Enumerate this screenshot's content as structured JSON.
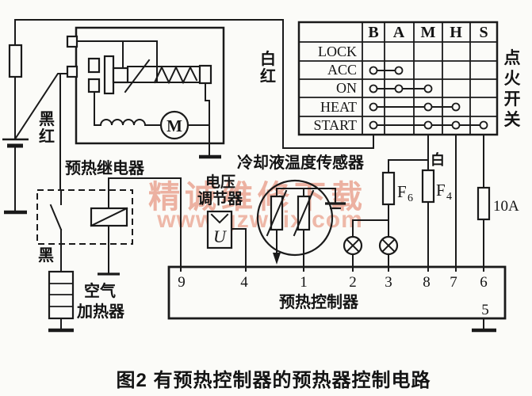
{
  "figure": {
    "title": "图2 有预热控制器的预热器控制电路",
    "watermark": {
      "line1": "精诚维修下载",
      "line2": "www.gzweix.com"
    }
  },
  "wires": {
    "black_red": [
      "黑",
      "红"
    ],
    "white_red": [
      "白",
      "红"
    ],
    "white": "白",
    "black": "黑"
  },
  "preheat_relay": {
    "label": "预热继电器",
    "motor_symbol": "M"
  },
  "voltage_regulator": {
    "label_line1": "电压",
    "label_line2": "调节器",
    "symbol": "U"
  },
  "coolant_sensor": {
    "label": "冷却液温度传感器"
  },
  "air_heater": {
    "label_line1": "空气",
    "label_line2": "加热器"
  },
  "fuses": {
    "f6": {
      "name": "F",
      "sub": "6"
    },
    "f4": {
      "name": "F",
      "sub": "4"
    },
    "main": {
      "rating": "10A"
    }
  },
  "ignition_switch": {
    "label": [
      "点",
      "火",
      "开",
      "关"
    ],
    "columns": [
      "B",
      "A",
      "M",
      "H",
      "S"
    ],
    "rows": [
      {
        "label": "LOCK",
        "connected": []
      },
      {
        "label": "ACC",
        "connected": [
          "B",
          "A"
        ]
      },
      {
        "label": "ON",
        "connected": [
          "B",
          "A",
          "M"
        ]
      },
      {
        "label": "HEAT",
        "connected": [
          "B",
          "M",
          "H"
        ]
      },
      {
        "label": "START",
        "connected": [
          "B",
          "M",
          "H",
          "S"
        ]
      }
    ]
  },
  "controller": {
    "label": "预热控制器",
    "terminals_top": [
      "9",
      "4",
      "1",
      "2",
      "3",
      "8",
      "7",
      "6"
    ],
    "terminal_bottom": "5"
  }
}
